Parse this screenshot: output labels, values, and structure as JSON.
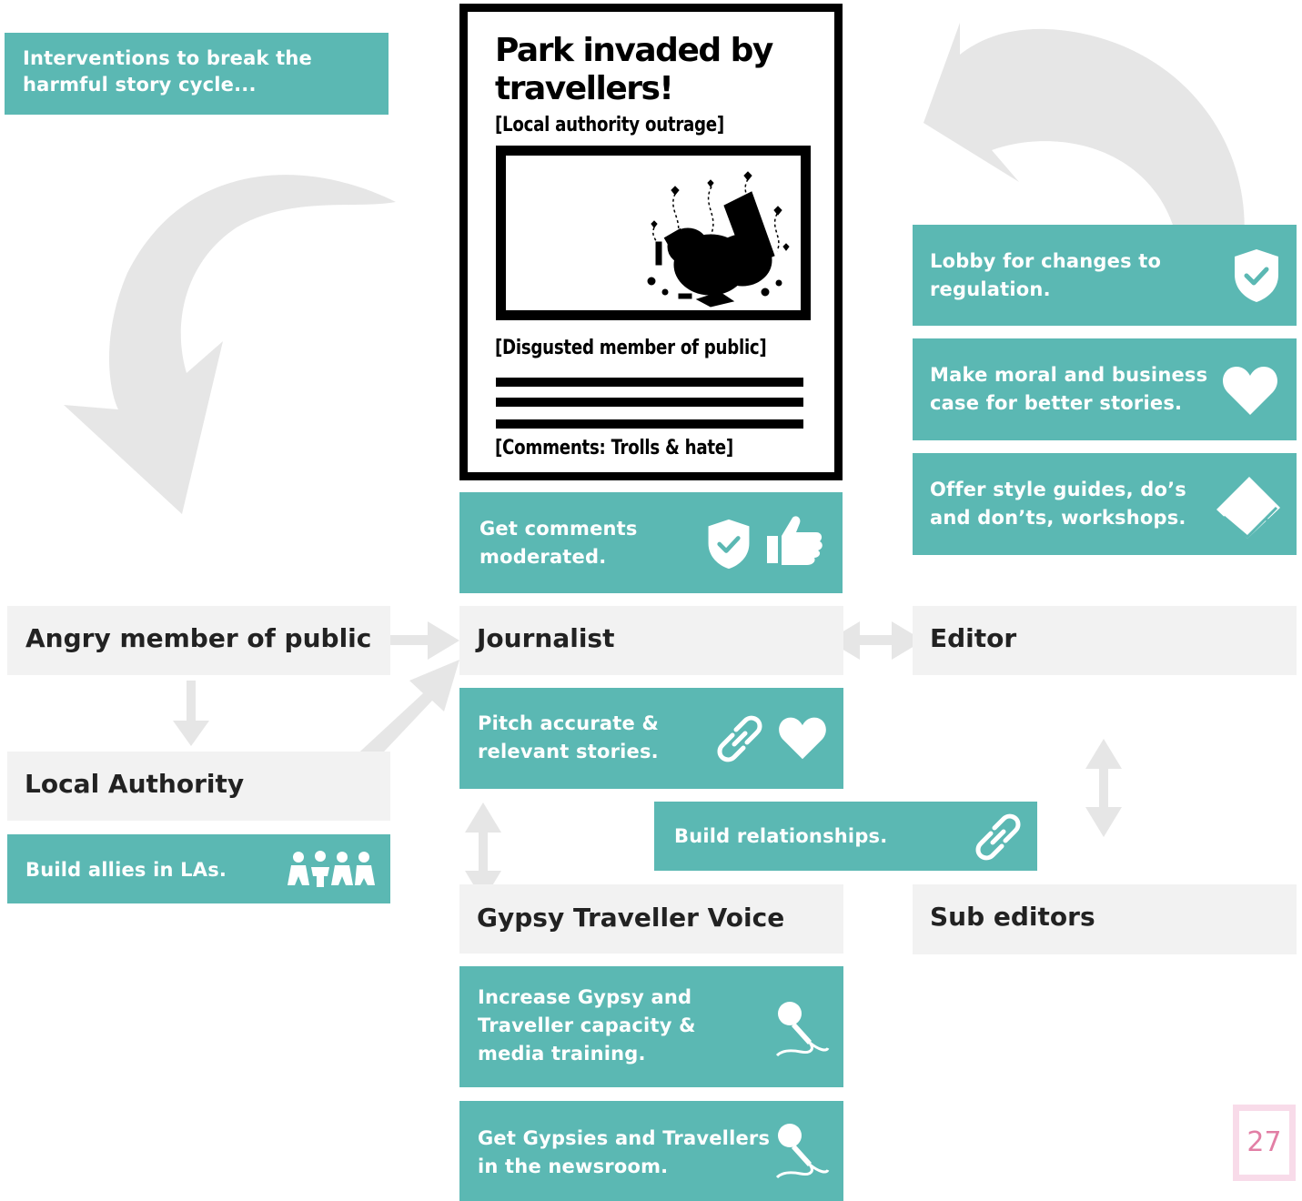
{
  "intro": {
    "text": "Interventions to break the harmful story cycle..."
  },
  "newspaper": {
    "headline": "Park invaded by travellers!",
    "sub_caption": "[Local authority outrage]",
    "photo_caption": "[Disgusted member of public]",
    "comments_caption": "[Comments: Trolls & hate]",
    "photo_icon": "rubbish-pile-icon"
  },
  "actors": {
    "angry_public": "Angry member of public",
    "local_authority": "Local Authority",
    "journalist": "Journalist",
    "editor": "Editor",
    "gypsy_voice": "Gypsy Traveller Voice",
    "sub_editors": "Sub editors"
  },
  "interventions": {
    "lobby": {
      "text": "Lobby for changes to regulation.",
      "icon": "shield-check-icon"
    },
    "moral_case": {
      "text": "Make moral and business case for better stories.",
      "icon": "heart-icon"
    },
    "style_guides": {
      "text": "Offer style guides, do’s and don’ts, workshops.",
      "icon": "book-icon"
    },
    "moderate": {
      "text": "Get comments moderated.",
      "icons": [
        "shield-check-icon",
        "thumbs-up-icon"
      ]
    },
    "pitch": {
      "text": "Pitch accurate & relevant stories.",
      "icons": [
        "link-icon",
        "heart-icon"
      ]
    },
    "relationships": {
      "text": "Build relationships.",
      "icon": "link-icon"
    },
    "allies": {
      "text": "Build allies in LAs.",
      "icon": "people-group-icon"
    },
    "capacity": {
      "text": "Increase Gypsy and Traveller capacity & media training.",
      "icon": "microphone-icon"
    },
    "newsroom": {
      "text": "Get Gypsies and Travellers in the newsroom.",
      "icon": "microphone-icon"
    }
  },
  "page_number": "27",
  "colors": {
    "teal": "#5bb8b3",
    "grey_box": "#f2f2f2",
    "arrow": "#e6e6e6",
    "page_number": "#e27fa5",
    "page_border": "#f8dbe9"
  }
}
